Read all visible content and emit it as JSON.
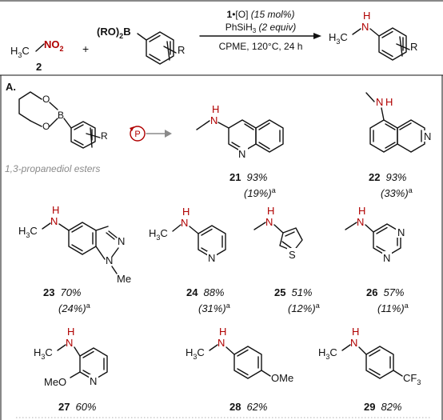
{
  "scheme": {
    "reagent1_a": "H",
    "reagent1_b": "3",
    "reagent1_c": "C",
    "reagent1_no": "NO",
    "reagent1_no_sub": "2",
    "reagent1_number": "2",
    "plus": "+",
    "boron_ro": "(RO)",
    "boron_sub": "2",
    "boron_b": "B",
    "r_sub": "R",
    "cond_cat_bold": "1",
    "cond_cat_rest": "•[O]",
    "cond_cat_load": " (15 mol%)",
    "cond_silane": "PhSiH",
    "cond_silane_sub": "3",
    "cond_silane_eq": " (2 equiv)",
    "cond_line2": "CPME, 120°C, 24 h",
    "product_h": "H",
    "product_n": "N",
    "product_h3c": "H",
    "product_3": "3",
    "product_c": "C",
    "product_r": "R"
  },
  "sectionA": {
    "label": "A.",
    "ester_caption": "1,3-propanediol esters",
    "ester_o1": "O",
    "ester_o2": "O",
    "ester_b": "B",
    "ester_r": "R",
    "p_icon": "P"
  },
  "atoms": {
    "H": "H",
    "N": "N",
    "S": "S",
    "Me": "Me",
    "MeO": "MeO",
    "OMe": "OMe",
    "H3C_H": "H",
    "H3C_3": "3",
    "H3C_C": "C",
    "CF3_C": "CF",
    "CF3_3": "3"
  },
  "compounds": [
    {
      "id": "21",
      "yield": "93%",
      "alt": "(19%)",
      "sup": "a"
    },
    {
      "id": "22",
      "yield": "93%",
      "alt": "(33%)",
      "sup": "a"
    },
    {
      "id": "23",
      "yield": "70%",
      "alt": "(24%)",
      "sup": "a"
    },
    {
      "id": "24",
      "yield": "88%",
      "alt": "(31%)",
      "sup": "a"
    },
    {
      "id": "25",
      "yield": "51%",
      "alt": "(12%)",
      "sup": "a"
    },
    {
      "id": "26",
      "yield": "57%",
      "alt": "(11%)",
      "sup": "a"
    },
    {
      "id": "27",
      "yield": "60%"
    },
    {
      "id": "28",
      "yield": "62%"
    },
    {
      "id": "29",
      "yield": "82%"
    }
  ]
}
